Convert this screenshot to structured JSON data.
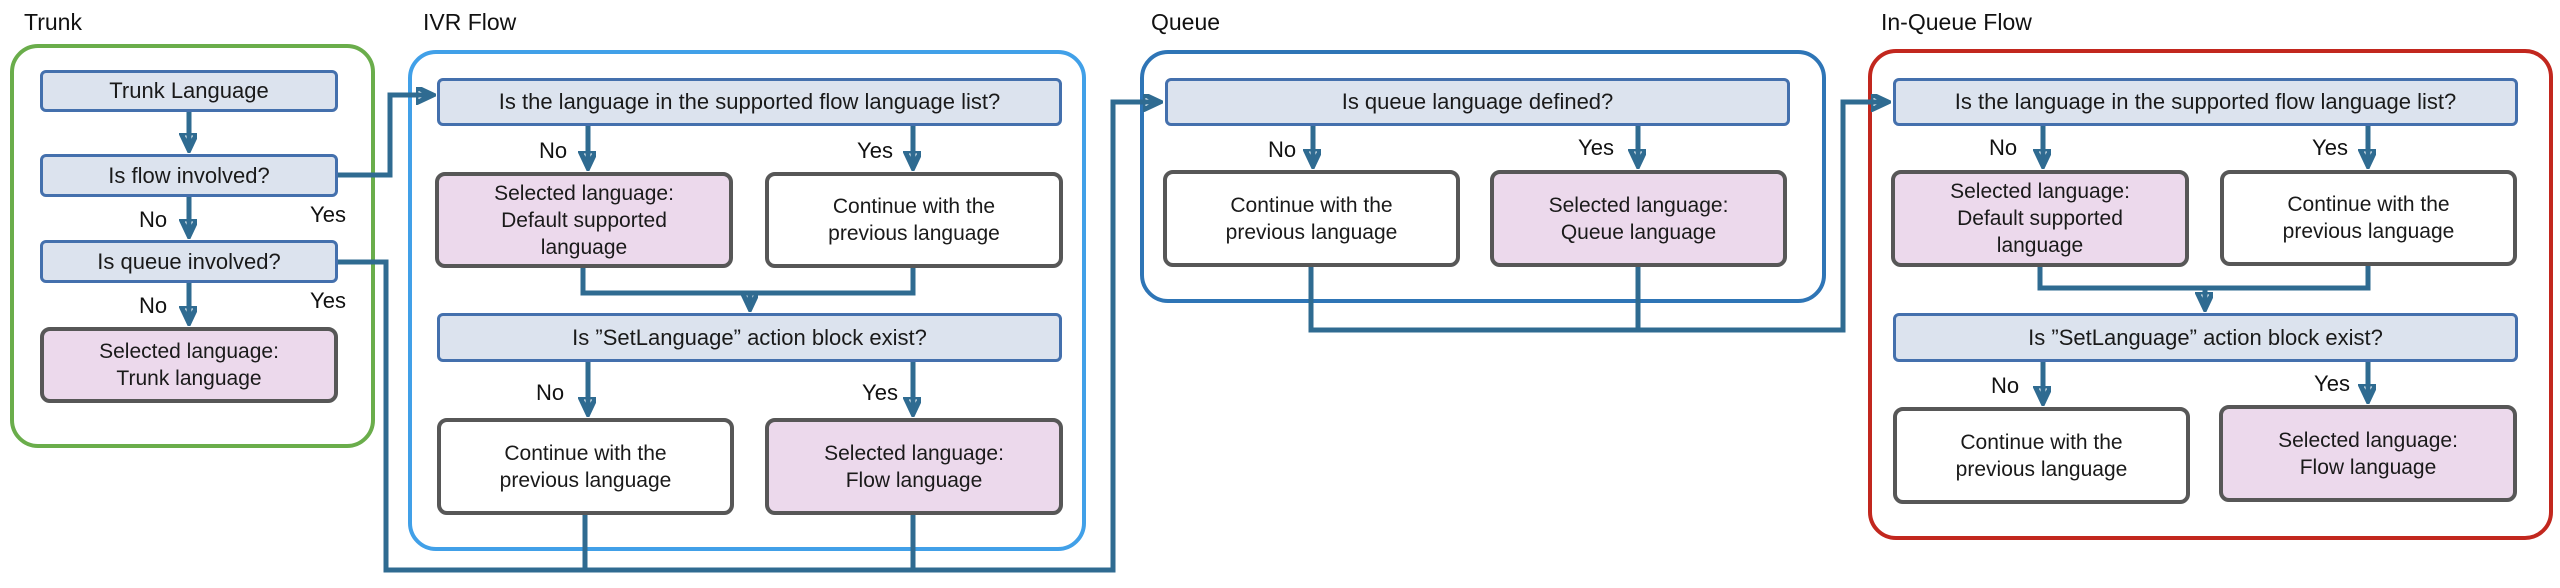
{
  "colors": {
    "connector": "#2f6b91",
    "question_fill": "#dce3ee",
    "question_border": "#4470ad",
    "result_fill": "#ecd9ec",
    "neutral_border": "#575757",
    "trunk_section_border": "#6aad4b",
    "ivr_section_border": "#41a0e8",
    "queue_section_border": "#2e75b6",
    "inqueue_section_border": "#c2271e"
  },
  "sections": [
    {
      "title": "Trunk",
      "boxes": {
        "trunk_language": "Trunk Language",
        "flow_involved": "Is flow involved?",
        "queue_involved": "Is queue involved?",
        "result_trunk": "Selected language:\nTrunk language"
      },
      "labels": {
        "flow_no": "No",
        "flow_yes": "Yes",
        "queue_no": "No",
        "queue_yes": "Yes"
      }
    },
    {
      "title": "IVR Flow",
      "boxes": {
        "supported_list": "Is the language in the supported flow language list?",
        "default_supported": "Selected language:\nDefault supported\nlanguage",
        "continue_previous_1": "Continue with the\nprevious language",
        "setlanguage_exists": "Is ”SetLanguage” action block exist?",
        "continue_previous_2": "Continue with the\nprevious language",
        "flow_language": "Selected language:\nFlow language"
      },
      "labels": {
        "supported_no": "No",
        "supported_yes": "Yes",
        "setlang_no": "No",
        "setlang_yes": "Yes"
      }
    },
    {
      "title": "Queue",
      "boxes": {
        "queue_defined": "Is queue language defined?",
        "continue_previous": "Continue with the\nprevious language",
        "queue_language": "Selected language:\nQueue language"
      },
      "labels": {
        "defined_no": "No",
        "defined_yes": "Yes"
      }
    },
    {
      "title": "In-Queue Flow",
      "boxes": {
        "supported_list": "Is the language in the supported flow language list?",
        "default_supported": "Selected language:\nDefault supported\nlanguage",
        "continue_previous_1": "Continue with the\nprevious language",
        "setlanguage_exists": "Is ”SetLanguage” action block exist?",
        "continue_previous_2": "Continue with the\nprevious language",
        "flow_language": "Selected language:\nFlow language"
      },
      "labels": {
        "supported_no": "No",
        "supported_yes": "Yes",
        "setlang_no": "No",
        "setlang_yes": "Yes"
      }
    }
  ]
}
